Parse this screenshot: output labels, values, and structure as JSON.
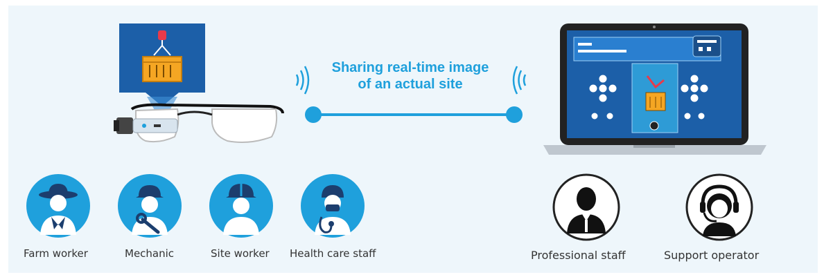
{
  "sharing": {
    "line1": "Sharing real-time image",
    "line2": "of an actual site"
  },
  "workers": [
    {
      "label": "Farm worker",
      "icon": "farm-worker-icon"
    },
    {
      "label": "Mechanic",
      "icon": "mechanic-icon"
    },
    {
      "label": "Site worker",
      "icon": "site-worker-icon"
    },
    {
      "label": "Health care staff",
      "icon": "health-care-staff-icon"
    }
  ],
  "remote": [
    {
      "label": "Professional staff",
      "icon": "professional-staff-icon"
    },
    {
      "label": "Support operator",
      "icon": "support-operator-icon"
    }
  ],
  "colors": {
    "accent": "#1fa0dc",
    "dark_blue": "#1c5fa8",
    "background": "#eef6fb",
    "orange": "#f5a623"
  }
}
